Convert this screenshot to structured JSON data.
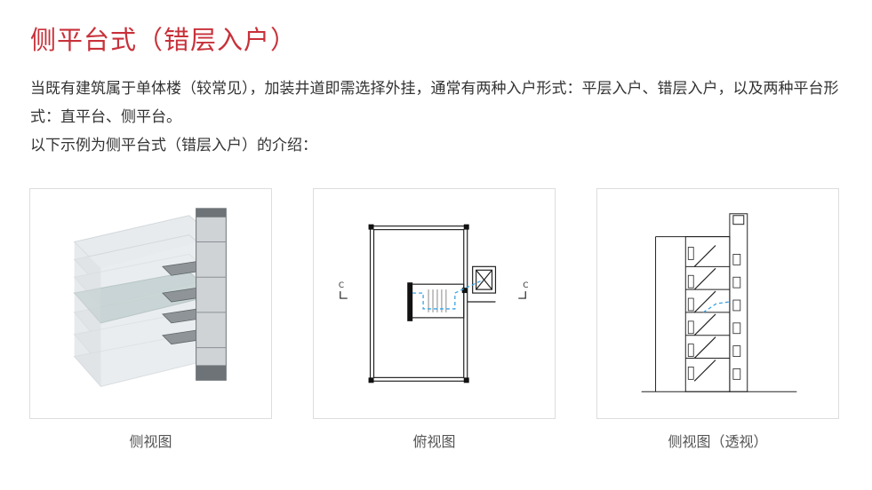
{
  "title": "侧平台式（错层入户）",
  "intro": {
    "paragraph1": "当既有建筑属于单体楼（较常见），加装井道即需选择外挂，通常有两种入户形式：平层入户、错层入户，以及两种平台形式：直平台、侧平台。",
    "paragraph2": "以下示例为侧平台式（错层入户）的介绍："
  },
  "figures": [
    {
      "caption": "侧视图",
      "icon": "3d-building-elevator-render"
    },
    {
      "caption": "俯视图",
      "icon": "floor-plan-drawing"
    },
    {
      "caption": "侧视图（透视）",
      "icon": "section-perspective-drawing"
    }
  ],
  "plan_labels": {
    "left": "C",
    "right": "C"
  },
  "colors": {
    "title": "#c8313a",
    "text": "#333333",
    "caption": "#555555",
    "border": "#dddddd",
    "path": "#3aa3e3"
  }
}
